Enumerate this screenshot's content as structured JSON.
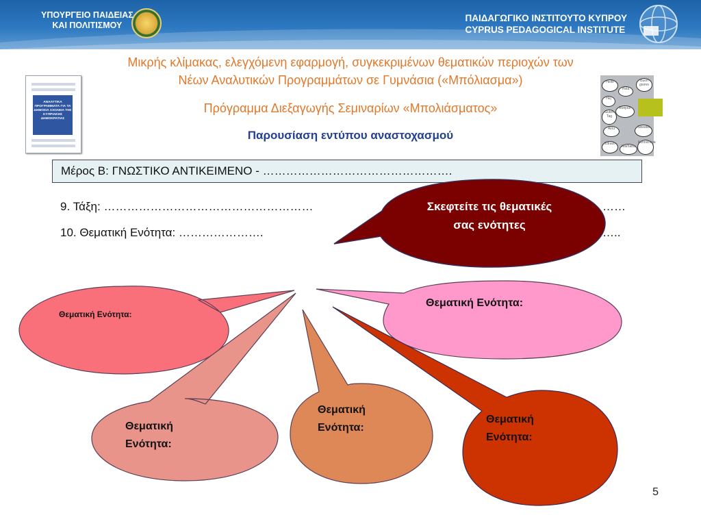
{
  "header": {
    "ministry_line1": "ΥΠΟΥΡΓΕΙΟ ΠΑΙΔΕΙΑΣ",
    "ministry_line2": "ΚΑΙ ΠΟΛΙΤΙΣΜΟΥ",
    "institute_line1": "ΠΑΙΔΑΓΩΓΙΚΟ ΙΝΣΤΙΤΟΥΤΟ ΚΥΠΡΟΥ",
    "institute_line2": "CYPRUS PEDAGOGICAL INSTITUTE"
  },
  "titles": {
    "line1": "Μικρής κλίμακας, ελεγχόμενη εφαρμογή, συγκεκριμένων θεματικών περιοχών των",
    "line2": "Νέων Αναλυτικών Προγραμμάτων σε Γυμνάσια («Μπόλιασμα»)",
    "program": "Πρόγραμμα Διεξαγωγής Σεμιναρίων «Μπολιάσματος»",
    "subtitle": "Παρουσίαση εντύπου αναστοχασμού"
  },
  "booklet": {
    "cover_text": "ΑΝΑΛΥΤΙΚΑ ΠΡΟΓΡΑΜΜΑΤΑ ΓΙΑ ΤΑ ΔΗΜΟΣΙΑ ΣΧΟΛΕΙΑ ΤΗΣ ΚΥΠΡΙΑΚΗΣ ΔΗΜΟΚΡΑΤΙΑΣ"
  },
  "hello_image": {
    "words": [
      "Hello",
      "Hola",
      "Buon giorno",
      "Hej",
      "Bonjour",
      "Guten Tag",
      "Ainu",
      "Sawatdi",
      "Zdravo",
      "Marhaba",
      "Konnichiwa"
    ]
  },
  "form": {
    "section": "Μέρος Β: ΓΝΩΣΤΙΚΟ ΑΝΤΙΚΕΙΜΕΝΟ - ………………………………………….",
    "line9": "9. Τάξη: ………………………………………………",
    "line9_end": "……",
    "line10": "10. Θεματική Ενότητα: ………………….",
    "line10_end": "…..",
    "callout": "Σκεφτείτε τις θεματικές σας ενότητες"
  },
  "bubbles": {
    "left": "Θεματική Ενότητα:",
    "right": "Θεματική Ενότητα:",
    "bottom_left": "Θεματική Ενότητα:",
    "bottom_mid": "Θεματική Ενότητα:",
    "bottom_right": "Θεματική Ενότητα:"
  },
  "colors": {
    "header_blue": "#1e63a8",
    "title_orange": "#e1782a",
    "subtitle_navy": "#23418f",
    "callout_maroon": "#7b0000",
    "bubble_red": "#f9707a",
    "bubble_pink": "#ff99cc",
    "bubble_salmon": "#e8948a",
    "bubble_orange": "#de8858",
    "bubble_darkred": "#cc3300"
  },
  "page_number": "5"
}
